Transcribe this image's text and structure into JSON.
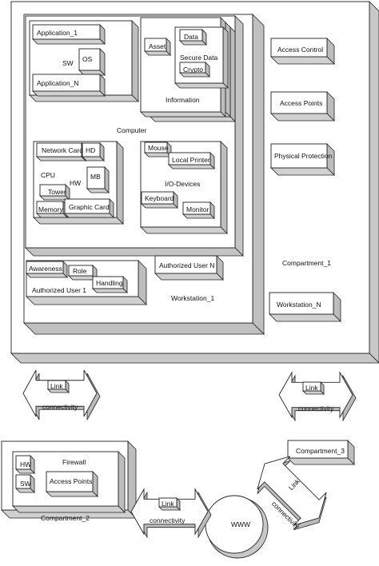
{
  "labels": {
    "application_1": "Application_1",
    "application_n": "Application_N",
    "sw": "SW",
    "os": "OS",
    "asset": "Asset",
    "data": "Data",
    "secure_data": "Secure Data",
    "crypto": "Crypto",
    "information": "Information",
    "computer": "Computer",
    "network_card": "Network Card",
    "hd": "HD",
    "cpu": "CPU",
    "hw": "HW",
    "mb": "MB",
    "tower": "Tower",
    "memory": "Memory",
    "graphic_card": "Graphic Card",
    "mouse": "Mouse",
    "local_printer": "Local Printer",
    "io_devices": "I/O-Devices",
    "keyboard": "Keyboard",
    "monitor": "Monitor",
    "awareness": "Awareness",
    "role": "Role",
    "handling": "Handling",
    "authorized_user_1": "Authorized User 1",
    "authorized_user_n": "Authorized User N",
    "workstation_1": "Workstation_1",
    "access_control": "Access Control",
    "access_points": "Access Points",
    "physical_protection": "Physical Protection",
    "compartment_1": "Compartment_1",
    "workstation_n": "Workstation_N",
    "link": "Link",
    "connectivity": "connectivity",
    "compartment_2": "Compartment_2",
    "firewall": "Firewall",
    "hw2": "HW",
    "sw2": "SW",
    "access_points2": "Access Points",
    "compartment_3": "Compartment_3",
    "www": "WWW"
  }
}
